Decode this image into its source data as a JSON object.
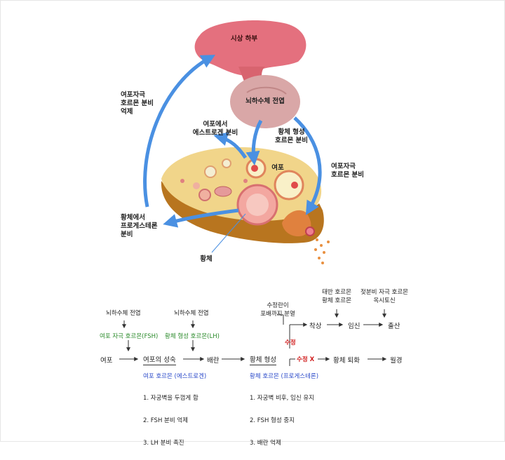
{
  "illustration": {
    "hypothalamus": "시상 하부",
    "pituitary": "뇌하수체 전엽",
    "fsh_inhibit": "여포자극\n호르몬 분비\n억제",
    "estrogen_secretion": "여포에서\n에스트로겐 분비",
    "lh_secretion": "황체 형성\n호르몬 분비",
    "fsh_secretion": "여포자극\n호르몬 분비",
    "follicle": "여포",
    "progesterone_secretion": "황체에서\n프로게스테론\n분비",
    "corpus_luteum": "황체"
  },
  "flow": {
    "pituitary_1": "뇌하수체 전엽",
    "pituitary_2": "뇌하수체 전엽",
    "fsh": "여포 자극 호르몬(FSH)",
    "lh": "황체 형성 호르몬(LH)",
    "follicle": "여포",
    "follicle_maturation": "여포의 성숙",
    "ovulation": "배란",
    "cl_formation": "황체 형성",
    "cl_regression": "황체 퇴화",
    "menstruation": "월경",
    "fertilization": "수정",
    "no_fertilization": "수정 X",
    "zygote_division": "수정란이\n포배까지 분열",
    "implantation": "착상",
    "pregnancy": "임신",
    "birth": "출산",
    "placental_hormone": "태반 호르몬\n황체 호르몬",
    "oxytocin": "젖분비 자극 호르몬\n옥시토신",
    "follicle_hormone_title": "여포 호르몬 (에스트로겐)",
    "follicle_hormone_effects": [
      "1. 자궁벽을 두껍게 함",
      "2. FSH 분비 억제",
      "3. LH 분비 촉진"
    ],
    "cl_hormone_title": "황체 호르몬 (프로게스테론)",
    "cl_hormone_effects": [
      "1. 자궁벽 비후, 임신 유지",
      "2. FSH 형성 중지",
      "3. 배란 억제"
    ]
  },
  "colors": {
    "arrow_blue": "#4a90e2",
    "green": "#2a8a2a",
    "blue": "#2a49c9",
    "red": "#d01e1e"
  }
}
